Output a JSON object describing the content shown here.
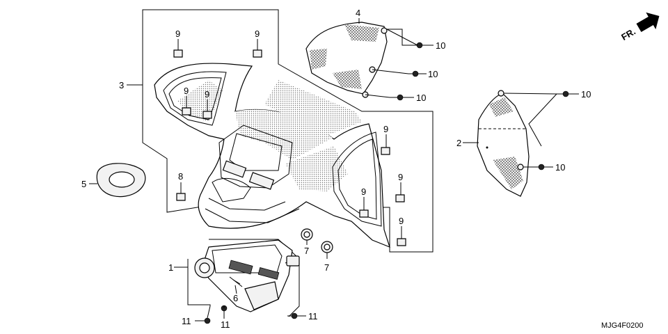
{
  "diagram": {
    "orientation_label": "FR.",
    "drawing_code": "MJG4F0200",
    "callouts": {
      "c1": "1",
      "c2": "2",
      "c3": "3",
      "c4": "4",
      "c5": "5",
      "c6": "6",
      "c7a": "7",
      "c7b": "7",
      "c8": "8",
      "c9a": "9",
      "c9b": "9",
      "c9c": "9",
      "c9d": "9",
      "c9e": "9",
      "c9f": "9",
      "c9g": "9",
      "c9h": "9",
      "c10a": "10",
      "c10b": "10",
      "c10c": "10",
      "c10d": "10",
      "c10e": "10",
      "c11a": "11",
      "c11b": "11",
      "c11c": "11"
    }
  }
}
